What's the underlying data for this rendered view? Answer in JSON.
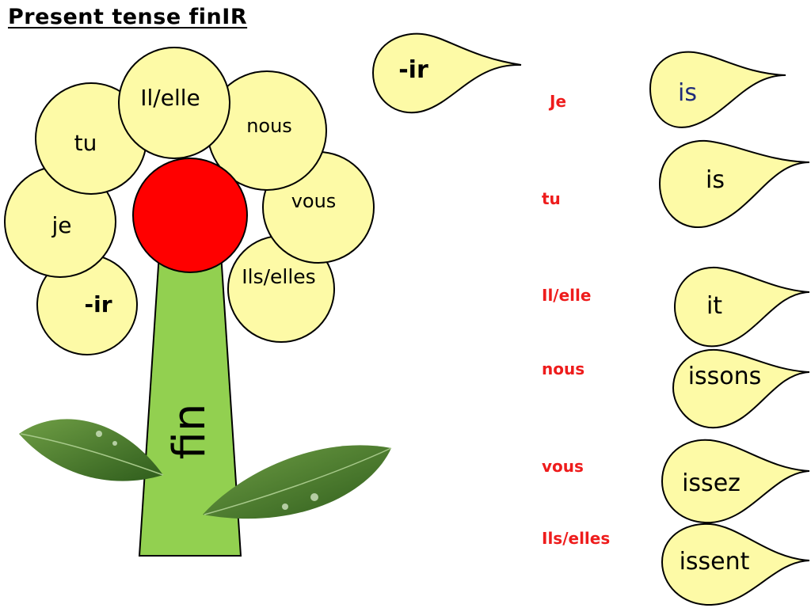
{
  "title": "Present tense finIR",
  "flower": {
    "petals": [
      "Il/elle",
      "tu",
      "nous",
      "vous",
      "je",
      "Ils/elles",
      "-ir"
    ],
    "stem_label": "fin"
  },
  "drops": {
    "ending": "-ir",
    "answers": [
      "is",
      "is",
      "it",
      "issons",
      "issez",
      "issent"
    ]
  },
  "pronouns": [
    "Je",
    "tu",
    "Il/elle",
    "nous",
    "vous",
    "Ils/elles"
  ],
  "colors": {
    "petal": "#fdfaa6",
    "center": "#ff0000",
    "stem": "#92d050",
    "leaf": "#4a7a2a",
    "pronoun": "#ee1c1c",
    "answer_blue": "#1f2a7a"
  },
  "icons": [
    "flower-illustration",
    "leaf-icon",
    "raindrop-icon"
  ]
}
